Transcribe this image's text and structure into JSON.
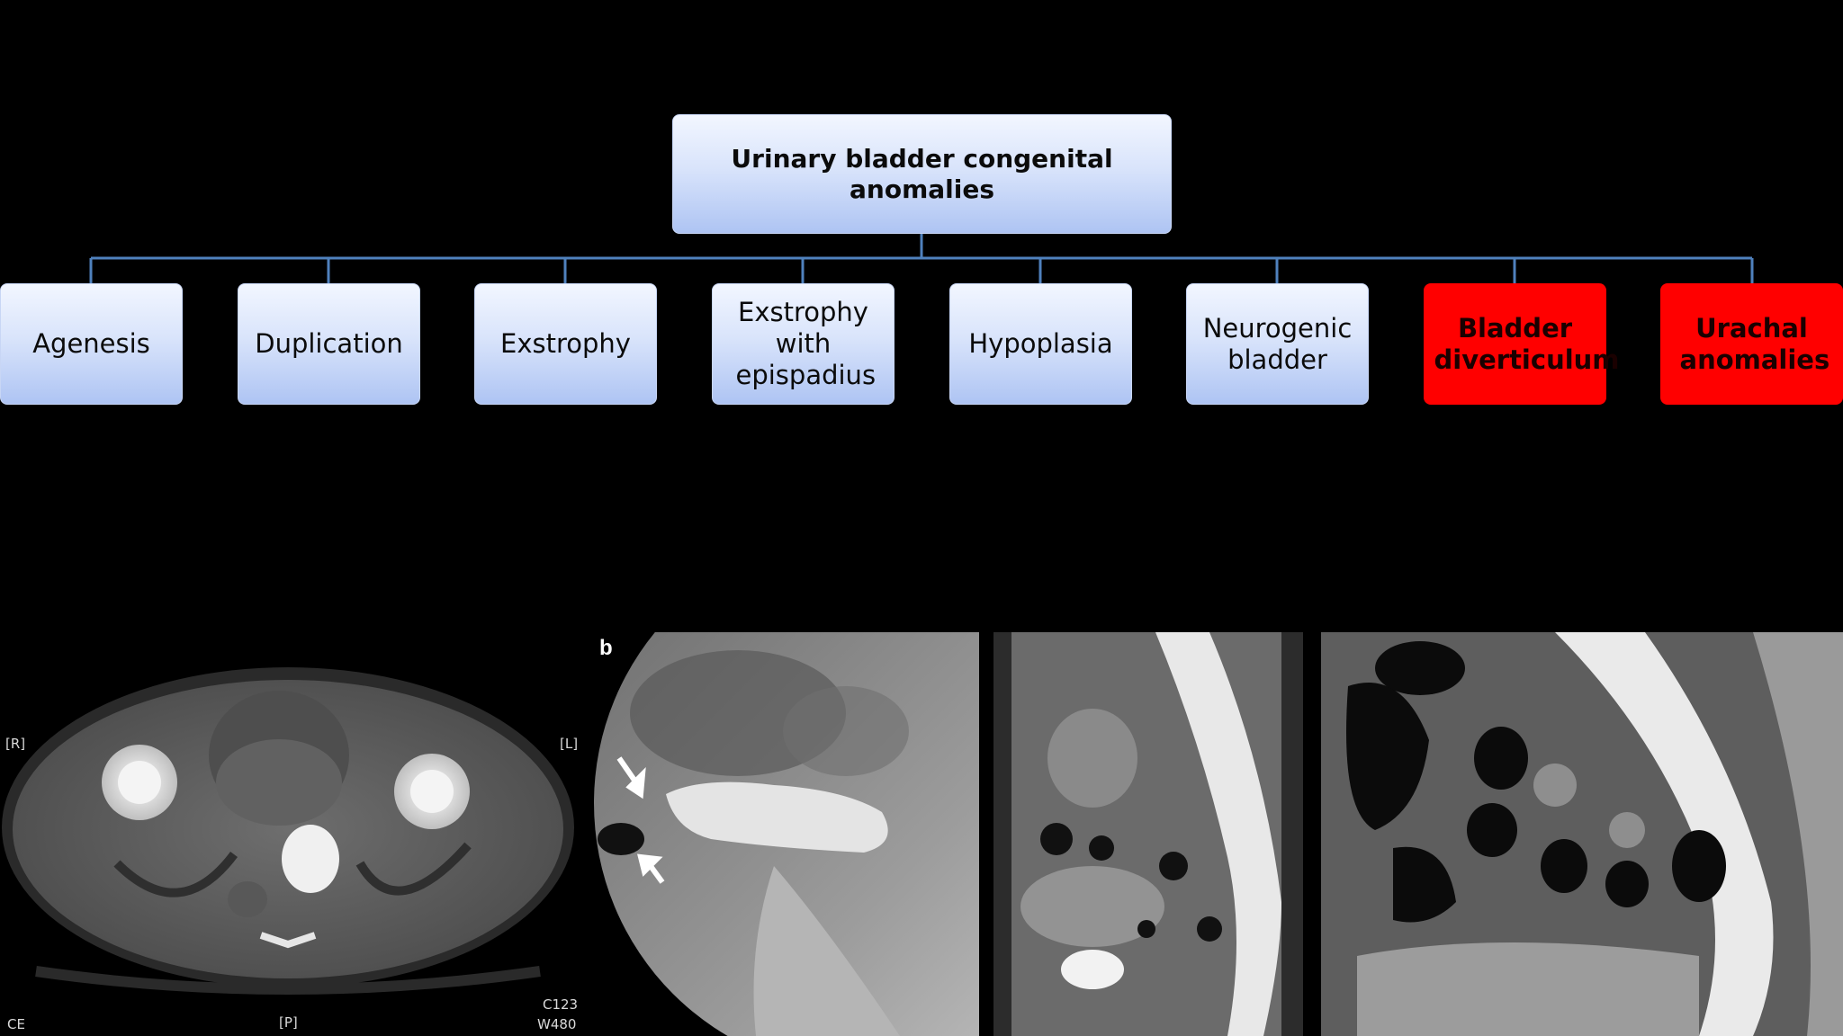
{
  "diagram": {
    "root": "Urinary bladder congenital anomalies",
    "children": [
      {
        "label": "Agenesis",
        "highlight": false
      },
      {
        "label": "Duplication",
        "highlight": false
      },
      {
        "label": "Exstrophy",
        "highlight": false
      },
      {
        "label": "Exstrophy with epispadius",
        "highlight": false
      },
      {
        "label": "Hypoplasia",
        "highlight": false
      },
      {
        "label": "Neurogenic bladder",
        "highlight": false
      },
      {
        "label": "Bladder diverticulum",
        "highlight": true
      },
      {
        "label": "Urachal anomalies",
        "highlight": true
      }
    ],
    "colors": {
      "box_gradient_top": "#f2f6ff",
      "box_gradient_bottom": "#aec4f3",
      "highlight": "#ff0000",
      "connector": "#4f81bd",
      "background": "#000000"
    }
  },
  "images": {
    "ct_axial": {
      "label_right": "[R]",
      "label_left": "[L]",
      "label_bottom": "[P]",
      "corner_left": "CE",
      "corner_right_1": "C123",
      "corner_right_2": "W480"
    },
    "cystogram": {
      "label": "b"
    },
    "ct_sagittal_1": {},
    "ct_sagittal_2": {}
  }
}
